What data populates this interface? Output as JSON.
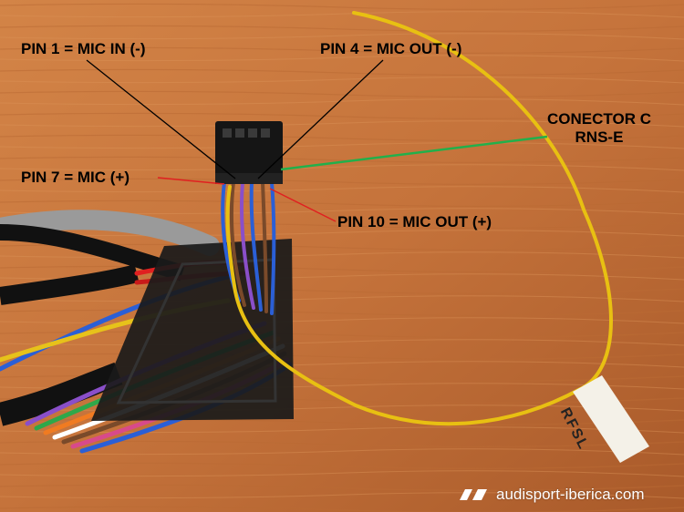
{
  "labels": {
    "pin1": "PIN 1 = MIC IN (-)",
    "pin4": "PIN 4 = MIC OUT (-)",
    "pin7": "PIN 7 = MIC (+)",
    "pin10": "PIN 10 = MIC OUT (+)",
    "conector_line1": "CONECTOR C",
    "conector_line2": "RNS-E"
  },
  "tag": {
    "text": "RFSL"
  },
  "watermark": {
    "text": "audisport-iberica.com"
  },
  "colors": {
    "background_wood": "#c8773d",
    "pointer_black": "#000000",
    "pointer_red": "#e02020",
    "pointer_green": "#22b04b",
    "wire_yellow": "#e8c012"
  }
}
